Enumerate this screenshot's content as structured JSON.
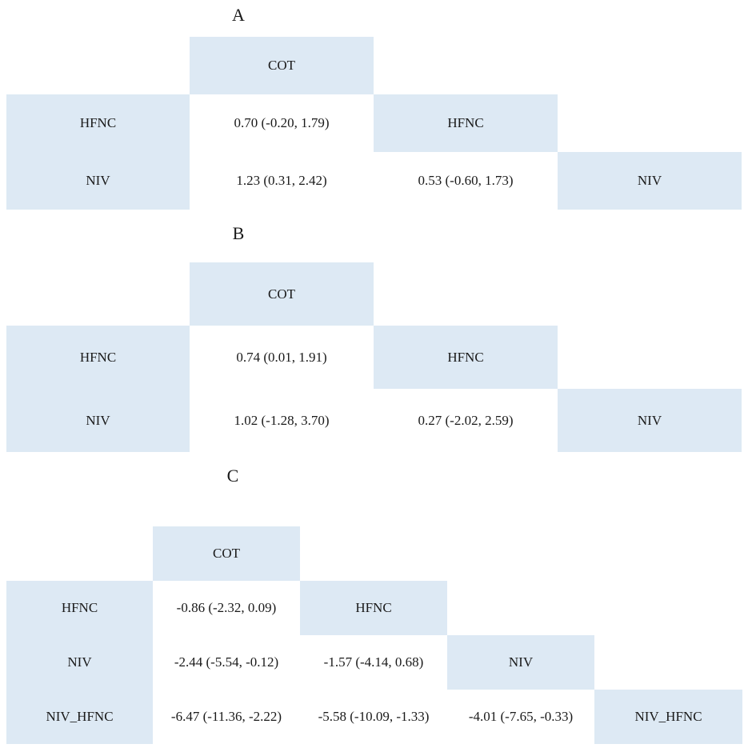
{
  "colors": {
    "header_fill": "#dde9f4",
    "background": "#ffffff",
    "text": "#1a1a1a"
  },
  "panels": [
    {
      "label": "A",
      "treatments": [
        "COT",
        "HFNC",
        "NIV"
      ],
      "comparisons": [
        {
          "row": 1,
          "col": 0,
          "text": "0.70 (-0.20, 1.79)"
        },
        {
          "row": 2,
          "col": 0,
          "text": "1.23 (0.31, 2.42)"
        },
        {
          "row": 2,
          "col": 1,
          "text": "0.53 (-0.60, 1.73)"
        }
      ]
    },
    {
      "label": "B",
      "treatments": [
        "COT",
        "HFNC",
        "NIV"
      ],
      "comparisons": [
        {
          "row": 1,
          "col": 0,
          "text": "0.74 (0.01, 1.91)"
        },
        {
          "row": 2,
          "col": 0,
          "text": "1.02 (-1.28, 3.70)"
        },
        {
          "row": 2,
          "col": 1,
          "text": "0.27 (-2.02, 2.59)"
        }
      ]
    },
    {
      "label": "C",
      "treatments": [
        "COT",
        "HFNC",
        "NIV",
        "NIV_HFNC"
      ],
      "comparisons": [
        {
          "row": 1,
          "col": 0,
          "text": "-0.86 (-2.32, 0.09)"
        },
        {
          "row": 2,
          "col": 0,
          "text": "-2.44 (-5.54, -0.12)"
        },
        {
          "row": 2,
          "col": 1,
          "text": "-1.57 (-4.14, 0.68)"
        },
        {
          "row": 3,
          "col": 0,
          "text": "-6.47 (-11.36, -2.22)"
        },
        {
          "row": 3,
          "col": 1,
          "text": "-5.58 (-10.09, -1.33)"
        },
        {
          "row": 3,
          "col": 2,
          "text": "-4.01 (-7.65, -0.33)"
        }
      ]
    }
  ]
}
